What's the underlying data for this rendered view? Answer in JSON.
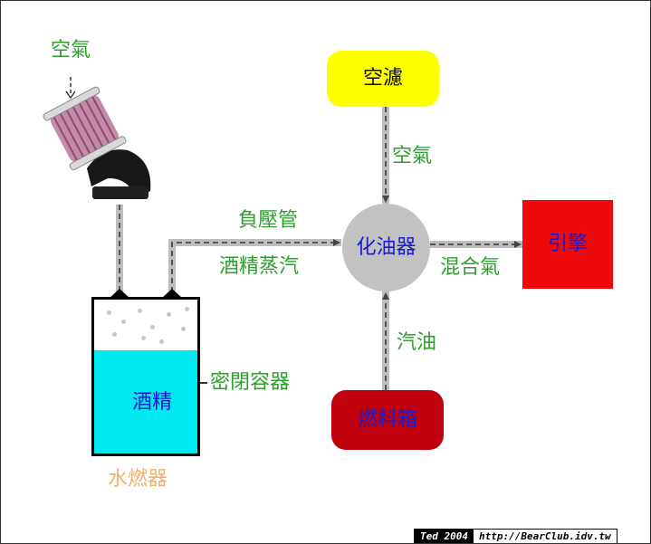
{
  "labels": {
    "air_left": "空氣",
    "air_filter": "空濾",
    "air_top": "空氣",
    "vacuum_tube": "負壓管",
    "alcohol_vapor": "酒精蒸汽",
    "carburetor": "化油器",
    "mixture": "混合氣",
    "engine": "引擎",
    "gasoline": "汽油",
    "fuel_tank": "燃料箱",
    "sealed_container": "密閉容器",
    "alcohol": "酒精",
    "water_burner": "水燃器"
  },
  "watermark": {
    "author": "Ted 2004",
    "url": "http://BearClub.idv.tw"
  },
  "colors": {
    "filter_box": "#ffff00",
    "carburetor": "#c2c2c2",
    "engine": "#ee0a0a",
    "fuel_tank": "#c0000c",
    "liquid": "#00e8f0",
    "label_green": "#2f9e2f",
    "label_blue": "#1a1ad0",
    "label_orange": "#f2b06a",
    "pipe_grey": "#bdbdbd"
  },
  "icons": [
    "air-filter-icon"
  ]
}
